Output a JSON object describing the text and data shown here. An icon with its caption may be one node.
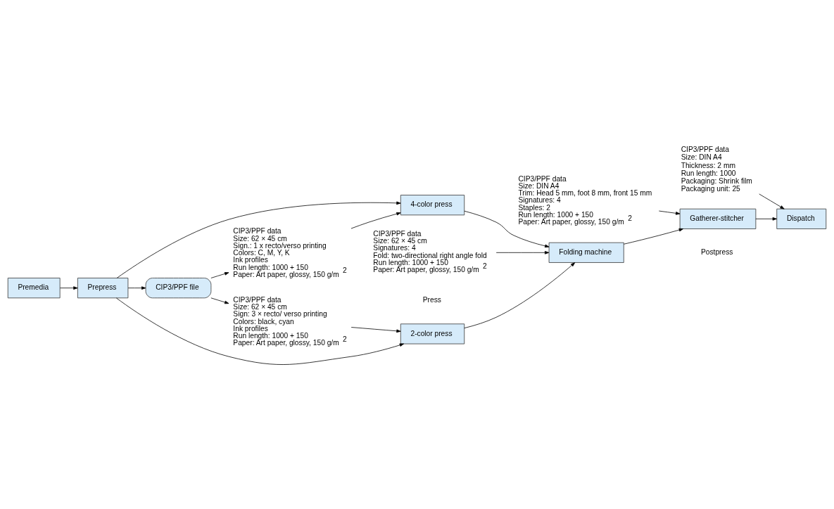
{
  "diagram": {
    "nodes": [
      {
        "text": [
          "CIP3/PPF file"
        ]
      },
      {
        "text": [
          "CIP3/PPF data",
          "Size: 62 × 45 cm",
          "Sign: 3 × recto/ verso printing",
          "Colors: black, cyan",
          "Ink profiles",
          "Run length: 1000 + 150",
          "Paper: Art paper, glossy, 150 g/m$^{2}$"
        ]
      },
      {
        "text": [
          "CIP3/PPF data",
          "Size: 62 × 45 cm",
          "Signatures: 4",
          "Fold: two-directional right angle fold",
          "Run length: 1000 + 150",
          "Paper: Art paper, glossy, 150 g/m$^{2}$"
        ]
      },
      {
        "text": [
          "CIP3/PPF data",
          "Size: DIN A4",
          "Trim: Head 5 mm, foot 8 mm, front 15 mm",
          "Signatures: 4",
          "Staples: 2",
          "Run length: 1000 + 150",
          "Paper: Art paper, glossy, 150 g/m$^{2}$"
        ]
      },
      {
        "text": [
          "CIP3/PPF data",
          "Size: DIN A4",
          "Thickness: 2 mm",
          "Run length: 1000",
          "Packaging: Shrink film",
          "Packaging unit: 25"
        ]
      },
      {
        "text": [
          "Premedia"
        ]
      },
      {
        "text": [
          "Prepress"
        ]
      },
      {
        "text": [
          "2-color press"
        ]
      },
      {
        "text": [
          "4-color press"
        ]
      },
      {
        "text": [
          "Folding machine"
        ]
      },
      {
        "text": [
          "Gatherer-stitcher"
        ]
      },
      {
        "text": [
          "Dispatch"
        ]
      },
      {
        "text": [
          "CIP3/PPF data",
          "Size: 62 × 45 cm",
          "Sign.: 1 x recto/verso printing",
          "Colors: C, M, Y, K",
          "Ink profiles",
          "Run length: 1000 + 150",
          "Paper: Art paper, glossy, 150 g/m$^{2}$"
        ]
      }
    ],
    "edges": [
      {
        "from": 6,
        "to": 0,
        "arrow": "to"
      },
      {
        "from": 0,
        "to": 1,
        "arrow": "to"
      },
      {
        "from": 0,
        "to": 12,
        "arrow": "to"
      },
      {
        "from": 5,
        "to": 6,
        "arrow": "to"
      },
      {
        "from": 6,
        "to": 7,
        "arrow": "to"
      },
      {
        "from": 6,
        "to": 8,
        "arrow": "to"
      },
      {
        "from": 1,
        "to": 7,
        "arrow": "to"
      },
      {
        "from": 12,
        "to": 8,
        "arrow": "to"
      },
      {
        "from": 7,
        "to": 9,
        "arrow": "to"
      },
      {
        "from": 8,
        "to": 9,
        "arrow": "to"
      },
      {
        "from": 2,
        "to": 9,
        "arrow": "to"
      },
      {
        "from": 9,
        "to": 10,
        "arrow": "to"
      },
      {
        "from": 3,
        "to": 10,
        "arrow": "to"
      },
      {
        "from": 10,
        "to": 11,
        "arrow": "to"
      },
      {
        "from": 4,
        "to": 11,
        "arrow": "to"
      }
    ],
    "labels": [
      "Press",
      "Postpress"
    ]
  }
}
